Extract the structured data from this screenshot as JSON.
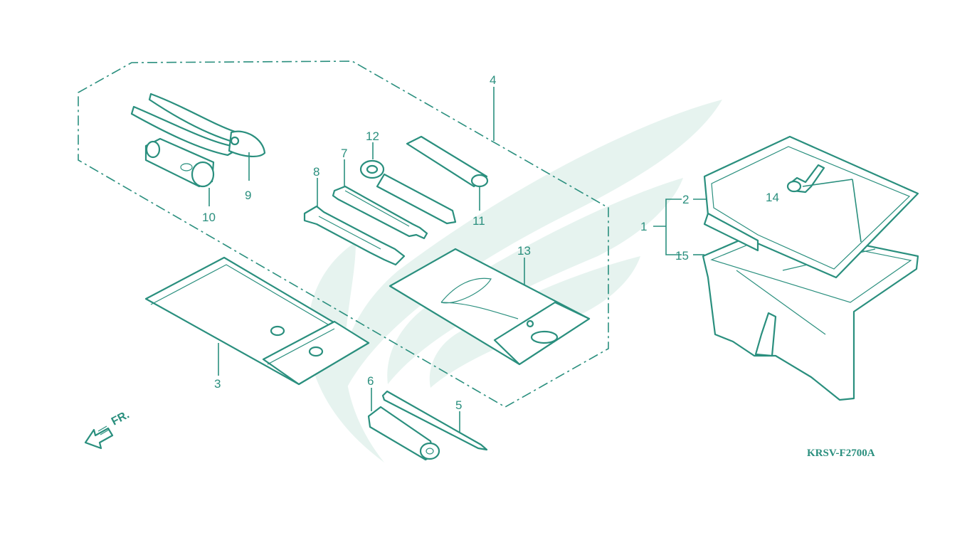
{
  "colors": {
    "line": "#2a8f7e",
    "watermark": "#e6f3ef",
    "background": "#ffffff"
  },
  "callouts": [
    {
      "id": "c1",
      "label": "1"
    },
    {
      "id": "c2",
      "label": "2"
    },
    {
      "id": "c3",
      "label": "3"
    },
    {
      "id": "c4",
      "label": "4"
    },
    {
      "id": "c5",
      "label": "5"
    },
    {
      "id": "c6",
      "label": "6"
    },
    {
      "id": "c7",
      "label": "7"
    },
    {
      "id": "c8",
      "label": "8"
    },
    {
      "id": "c9",
      "label": "9"
    },
    {
      "id": "c10",
      "label": "10"
    },
    {
      "id": "c11",
      "label": "11"
    },
    {
      "id": "c12",
      "label": "12"
    },
    {
      "id": "c13",
      "label": "13"
    },
    {
      "id": "c14",
      "label": "14"
    },
    {
      "id": "c15",
      "label": "15"
    }
  ],
  "front_indicator": "FR.",
  "diagram_code": "KRSV-F2700A",
  "icons": {
    "watermark": "wing-logo-icon",
    "direction": "front-arrow-icon"
  }
}
